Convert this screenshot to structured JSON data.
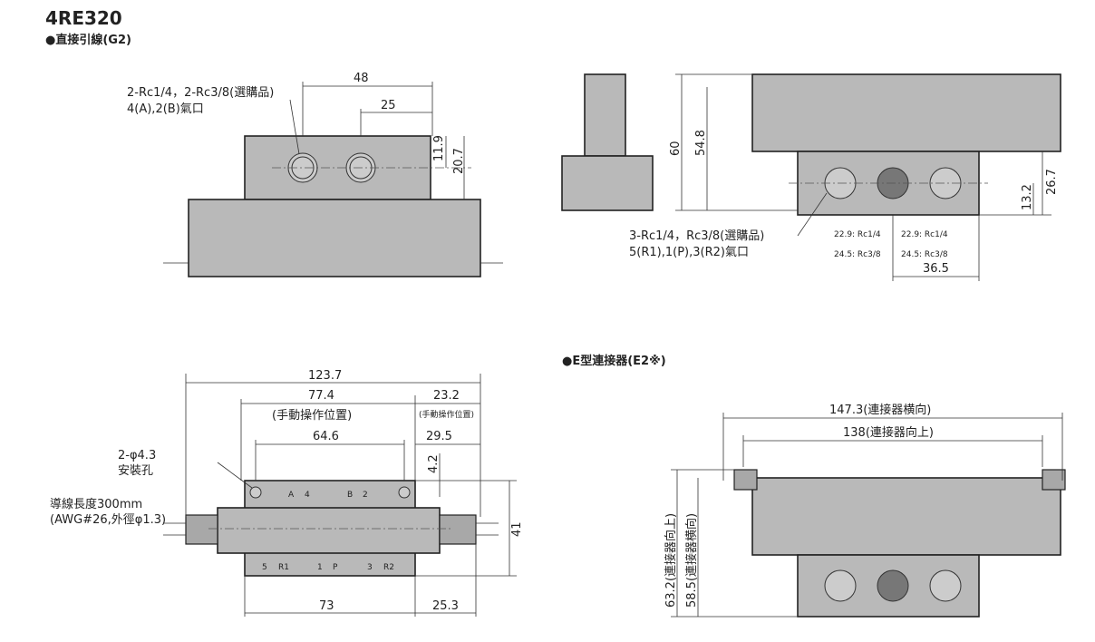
{
  "title": "4RE320",
  "section_g2": "●直接引線(G2)",
  "section_e2": "●E型連接器(E2※)",
  "top_view": {
    "dim_48": "48",
    "dim_25": "25",
    "dim_11_9": "11.9",
    "dim_20_7": "20.7",
    "port_note_1": "2-Rc1/4，2-Rc3/8(選購品)",
    "port_note_2": "4(A),2(B)氣口"
  },
  "side_view": {
    "dim_60": "60",
    "dim_54_8": "54.8",
    "dim_13_2": "13.2",
    "dim_26_7": "26.7",
    "dim_36_5": "36.5",
    "rc14_a": "22.9: Rc1/4",
    "rc14_b": "22.9: Rc1/4",
    "rc38_a": "24.5: Rc3/8",
    "rc38_b": "24.5: Rc3/8",
    "port_note_1": "3-Rc1/4，Rc3/8(選購品)",
    "port_note_2": "5(R1),1(P),3(R2)氣口"
  },
  "bottom_view": {
    "dim_123_7": "123.7",
    "dim_77_4": "77.4",
    "manual_pos": "(手動操作位置)",
    "dim_23_2": "23.2",
    "manual_pos_small": "(手動操作位置)",
    "dim_64_6": "64.6",
    "dim_29_5": "29.5",
    "dim_4_2": "4.2",
    "hole_1": "2-φ4.3",
    "hole_2": "安裝孔",
    "wire_1": "導線長度300mm",
    "wire_2": "(AWG#26,外徑φ1.3)",
    "dim_41": "41",
    "dim_73": "73",
    "dim_25_3": "25.3",
    "ports_top": [
      "A",
      "4",
      "B",
      "2"
    ],
    "ports_bottom": [
      "5",
      "R1",
      "1",
      "P",
      "3",
      "R2"
    ]
  },
  "e2_view": {
    "dim_147_3": "147.3(連接器横向)",
    "dim_138": "138(連接器向上)",
    "dim_63_2": "63.2(連接器向上)",
    "dim_58_5": "58.5(連接器横向)"
  }
}
